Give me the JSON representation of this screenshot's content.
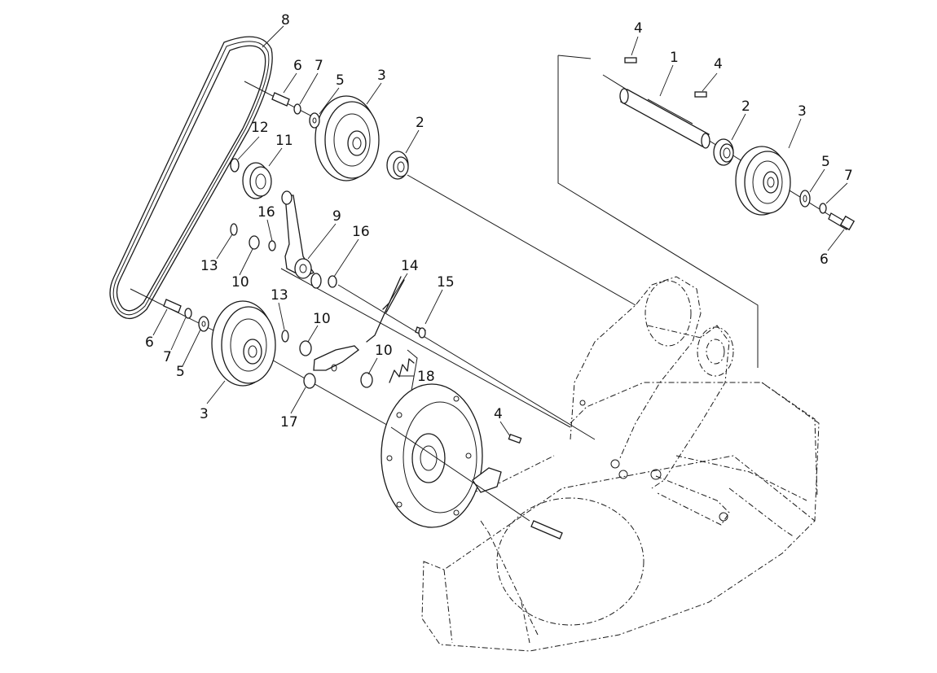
{
  "diagram": {
    "callouts": [
      {
        "id": "c8",
        "text": "8"
      },
      {
        "id": "c4a",
        "text": "4"
      },
      {
        "id": "c1",
        "text": "1"
      },
      {
        "id": "c4b",
        "text": "4"
      },
      {
        "id": "c6a",
        "text": "6"
      },
      {
        "id": "c7a",
        "text": "7"
      },
      {
        "id": "c5a",
        "text": "5"
      },
      {
        "id": "c3a",
        "text": "3"
      },
      {
        "id": "c2a",
        "text": "2"
      },
      {
        "id": "c2b",
        "text": "2"
      },
      {
        "id": "c3b",
        "text": "3"
      },
      {
        "id": "c12",
        "text": "12"
      },
      {
        "id": "c11",
        "text": "11"
      },
      {
        "id": "c5b",
        "text": "5"
      },
      {
        "id": "c7b",
        "text": "7"
      },
      {
        "id": "c6b",
        "text": "6"
      },
      {
        "id": "c16a",
        "text": "16"
      },
      {
        "id": "c9",
        "text": "9"
      },
      {
        "id": "c16b",
        "text": "16"
      },
      {
        "id": "c13a",
        "text": "13"
      },
      {
        "id": "c10a",
        "text": "10"
      },
      {
        "id": "c14",
        "text": "14"
      },
      {
        "id": "c15",
        "text": "15"
      },
      {
        "id": "c13b",
        "text": "13"
      },
      {
        "id": "c10b",
        "text": "10"
      },
      {
        "id": "c6c",
        "text": "6"
      },
      {
        "id": "c7c",
        "text": "7"
      },
      {
        "id": "c5c",
        "text": "5"
      },
      {
        "id": "c10c",
        "text": "10"
      },
      {
        "id": "c18",
        "text": "18"
      },
      {
        "id": "c3c",
        "text": "3"
      },
      {
        "id": "c17",
        "text": "17"
      },
      {
        "id": "c4c",
        "text": "4"
      }
    ]
  }
}
